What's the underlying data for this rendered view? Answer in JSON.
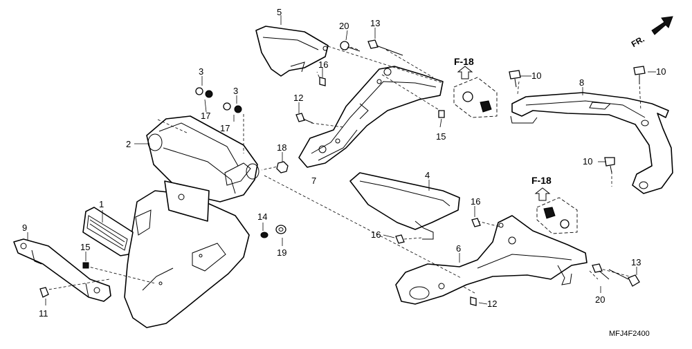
{
  "diagram": {
    "callouts": {
      "c1": "1",
      "c2": "2",
      "c3a": "3",
      "c3b": "3",
      "c4": "4",
      "c5": "5",
      "c6": "6",
      "c7": "7",
      "c8": "8",
      "c9": "9",
      "c10a": "10",
      "c10b": "10",
      "c10c": "10",
      "c11": "11",
      "c12a": "12",
      "c12b": "12",
      "c13a": "13",
      "c13b": "13",
      "c14": "14",
      "c15a": "15",
      "c15b": "15",
      "c16a": "16",
      "c16b": "16",
      "c16c": "16",
      "c17a": "17",
      "c17b": "17",
      "c18": "18",
      "c19": "19",
      "c20a": "20",
      "c20b": "20"
    },
    "frame_refs": {
      "upper": "F-18",
      "lower": "F-18"
    },
    "direction_label": "FR.",
    "drawing_code": "MFJ4F2400"
  }
}
